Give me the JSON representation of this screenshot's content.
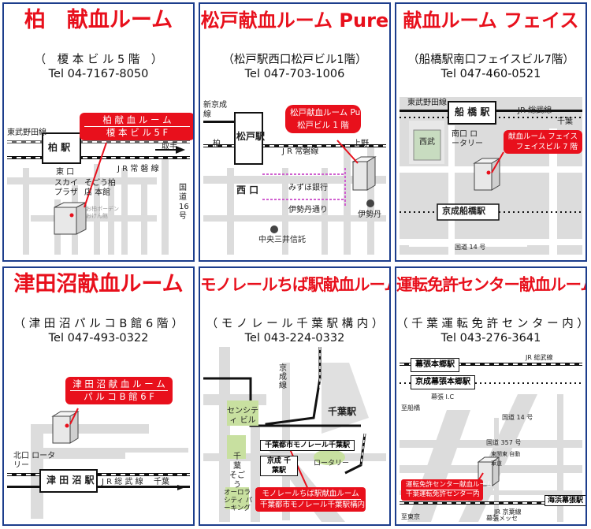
{
  "cards": [
    {
      "title": "柏　献血ルーム",
      "address": "（　榎 本 ビ ル 5 階　）",
      "tel": "Tel 04-7167-8050",
      "map": {
        "callout": [
          "柏 献 血 ル ー ム",
          "榎 本 ビ ル 5 F"
        ],
        "station": "柏 駅",
        "labels": [
          "東武野田線",
          "取手",
          "東 口",
          "J R 常 磐 線",
          "スカイ プラザ",
          "そごう柏店 本館",
          "国道 16 号",
          "お柏ボーデン おけん館"
        ]
      }
    },
    {
      "title": "松戸献血ルーム Pure",
      "address": "（松戸駅西口松戸ビル1階）",
      "tel": "Tel 047-703-1006",
      "map": {
        "callout": [
          "松戸献血ルーム Pure",
          "松戸ビル 1 階"
        ],
        "station": "松戸駅",
        "labels": [
          "新京成線",
          "柏",
          "上野",
          "J R 常磐線",
          "西 口",
          "みずほ銀行",
          "伊勢丹通り",
          "伊勢丹",
          "中央三井信託"
        ]
      }
    },
    {
      "title": "献血ルーム フェイス",
      "address": "（船橋駅南口フェイスビル7階）",
      "tel": "Tel 047-460-0521",
      "map": {
        "callout": [
          "献血ルーム フェイス",
          "フェイスビル 7 階"
        ],
        "station": "船 橋 駅",
        "labels": [
          "東武野田線",
          "JR 総武線",
          "千葉",
          "西武",
          "南口 ロータリー",
          "京成船橋駅",
          "国道 14 号"
        ]
      }
    },
    {
      "title": "津田沼献血ルーム",
      "address": "（ 津 田 沼 パ ル コ B 館 6 階 ）",
      "tel": "Tel 047-493-0322",
      "map": {
        "callout": [
          "津 田 沼 献 血 ル ー ム",
          "パ ル コ B 館 6 F"
        ],
        "station": "津 田 沼 駅",
        "labels": [
          "北口 ロータリー",
          "J R 総 武 線",
          "千葉"
        ]
      }
    },
    {
      "title": "モノレールちば駅献血ルーム",
      "address": "（ モ ノ レ ー ル 千 葉 駅 構 内 ）",
      "tel": "Tel 043-224-0332",
      "map": {
        "callout": [
          "モノレールちば駅献血ルーム",
          "千葉都市モノレール千葉駅構内"
        ],
        "station": "千葉駅",
        "labels": [
          "京 成 線",
          "センシティ ビル",
          "千葉都市モノレール千葉駅",
          "京成 千葉駅",
          "ロータリー",
          "千 葉 そごう",
          "オーロラ シティ パーキング"
        ]
      }
    },
    {
      "title": "運転免許センター献血ルーム",
      "address": "（ 千 葉 運 転 免 許 セ ン タ ー 内 ）",
      "tel": "Tel 043-276-3641",
      "map": {
        "callout": [
          "運転免許センター献血ルーム",
          "千葉運転免許センター内"
        ],
        "stations": [
          "幕張本郷駅",
          "京成幕張本郷駅",
          "海浜幕張駅"
        ],
        "labels": [
          "JR 総武線",
          "幕張 I.C",
          "至船橋",
          "国道 14 号",
          "国道 357 号",
          "東関東 自動車道",
          "JR 京葉線",
          "幕張メッセ",
          "至東京"
        ]
      }
    }
  ]
}
